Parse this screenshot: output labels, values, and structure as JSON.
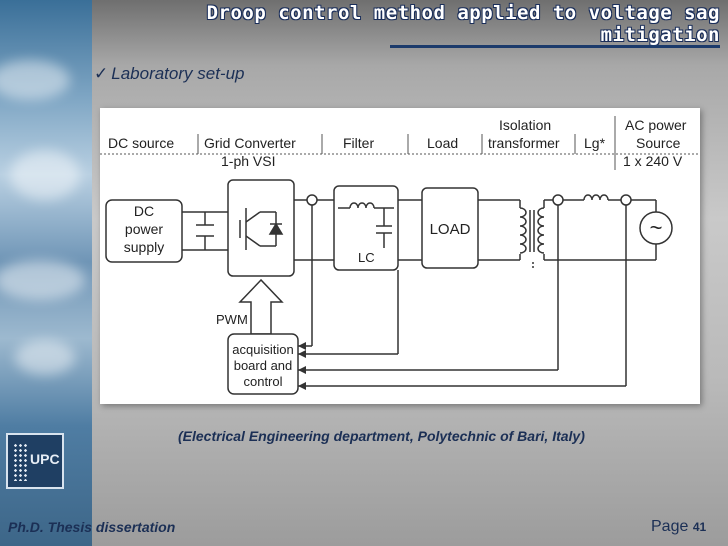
{
  "slide": {
    "title_line1": "Droop control method applied to voltage sag",
    "title_line2": "mitigation",
    "bullet_check": "✓",
    "bullet_text": "Laboratory set-up",
    "caption": "(Electrical Engineering department, Polytechnic of Bari, Italy)",
    "footer_left": "Ph.D.  Thesis dissertation",
    "page_label": "Page",
    "page_number": "41",
    "logo_text": "UPC"
  },
  "diagram": {
    "headers": {
      "dc_source": "DC source",
      "grid_converter": "Grid Converter",
      "vsi": "1-ph VSI",
      "filter": "Filter",
      "load": "Load",
      "isolation_1": "Isolation",
      "isolation_2": "transformer",
      "lg": "Lg*",
      "ac_power_1": "AC power",
      "ac_power_2": "Source",
      "ac_power_3": "1 x 240 V"
    },
    "dc_supply": [
      "DC",
      "power",
      "supply"
    ],
    "lc_label": "LC",
    "load_label": "LOAD",
    "ac_symbol": "~",
    "pwm_label": "PWM",
    "control_box": [
      "acquisition",
      "board and",
      "control"
    ]
  }
}
